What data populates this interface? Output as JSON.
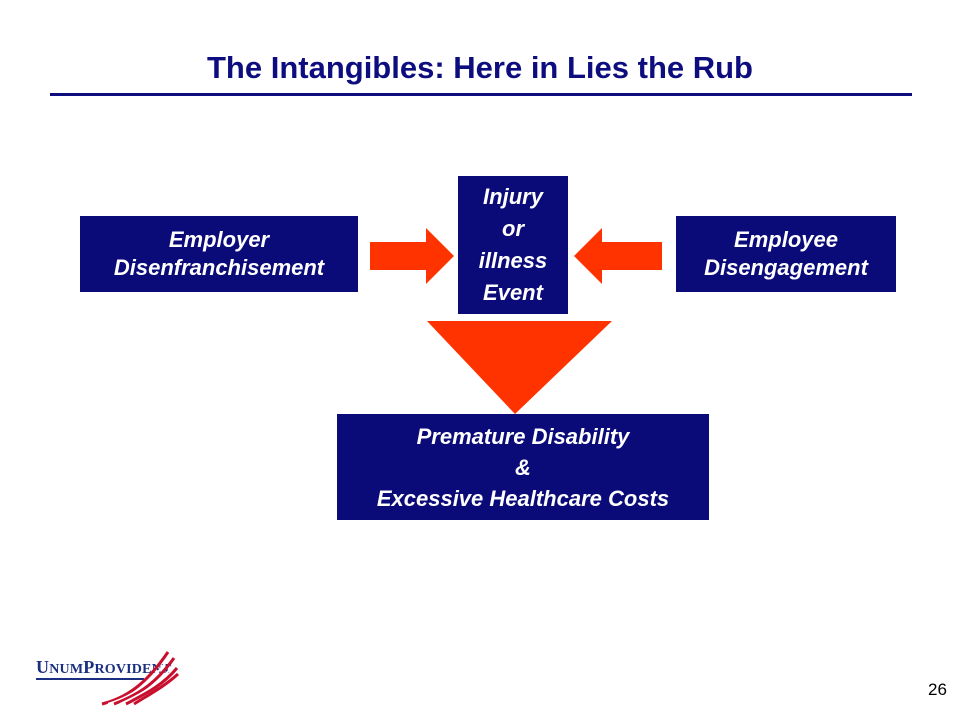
{
  "slide": {
    "title": "The Intangibles:  Here in Lies the Rub",
    "page_number": "26"
  },
  "diagram": {
    "employer_box": {
      "line1": "Employer",
      "line2": "Disenfranchisement"
    },
    "employee_box": {
      "line1": "Employee",
      "line2": "Disengagement"
    },
    "event_box": {
      "line1": "Injury",
      "line2": "or",
      "line3": "illness",
      "line4": "Event"
    },
    "outcome_box": {
      "line1": "Premature Disability",
      "line2": "&",
      "line3": "Excessive Healthcare Costs"
    }
  },
  "logo": {
    "initial1": "U",
    "rest1": "NUM",
    "initial2": "P",
    "rest2": "ROVIDENT"
  },
  "colors": {
    "navy": "#0a0a78",
    "title": "#0d0d80",
    "arrow": "#ff3300",
    "logo_red": "#c8102e"
  }
}
